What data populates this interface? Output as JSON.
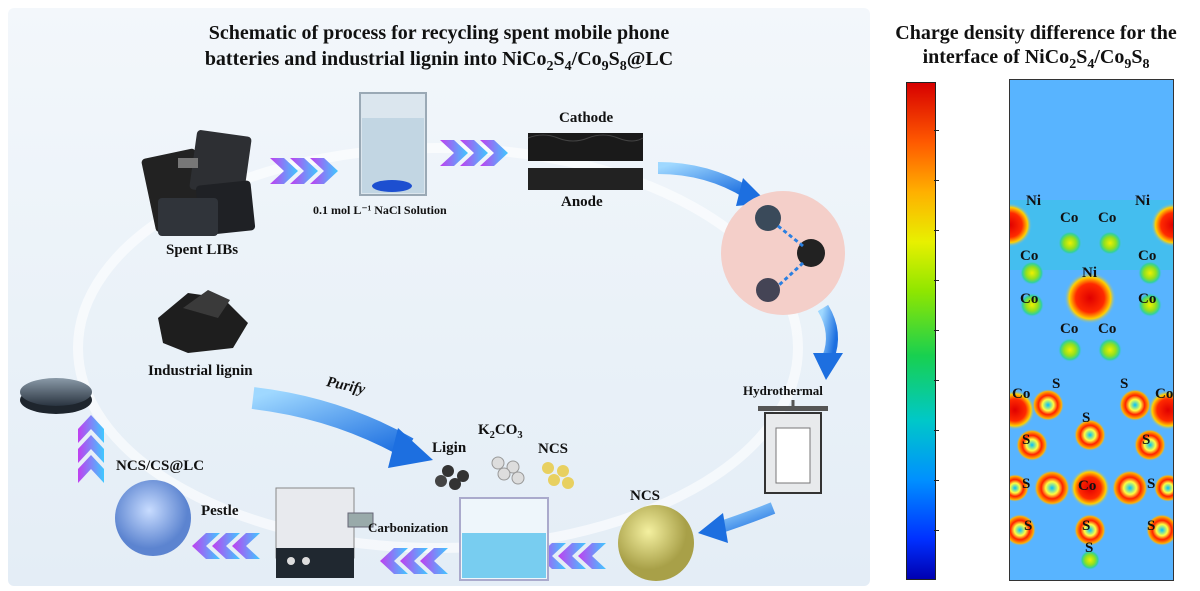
{
  "left": {
    "title_line1": "Schematic of process for recycling spent mobile phone",
    "title_line2_prefix": "batteries and industrial lignin into NiCo",
    "title_line2_sub1": "2",
    "title_line2_mid1": "S",
    "title_line2_sub2": "4",
    "title_line2_mid2": "/Co",
    "title_line2_sub3": "9",
    "title_line2_mid3": "S",
    "title_line2_sub4": "8",
    "title_line2_suffix": "@LC",
    "labels": {
      "spent_libs": "Spent LIBs",
      "nacl": "0.1 mol L⁻¹ NaCl Solution",
      "cathode": "Cathode",
      "anode": "Anode",
      "hydrothermal": "Hydrothermal",
      "industrial_lignin": "Industrial lignin",
      "purify": "Purify",
      "ligin": "Ligin",
      "k2co3_prefix": "K",
      "k2co3_sub": "2",
      "k2co3_mid": "CO",
      "k2co3_sub2": "3",
      "ncs_small": "NCS",
      "ncs": "NCS",
      "carbonization": "Carbonization",
      "pestle": "Pestle",
      "ncs_cs_lc": "NCS/CS@LC"
    }
  },
  "right": {
    "title_line1": "Charge density difference for the",
    "title_line2_prefix": "interface of NiCo",
    "title_line2_sub1": "2",
    "title_line2_mid1": "S",
    "title_line2_sub2": "4",
    "title_line2_mid2": "/Co",
    "title_line2_sub3": "9",
    "title_line2_mid3": "S",
    "title_line2_sub4": "8",
    "atoms": {
      "ni_tl": "Ni",
      "ni_tr": "Ni",
      "ni_c": "Ni",
      "co1": "Co",
      "co2": "Co",
      "co3": "Co",
      "co4": "Co",
      "co5": "Co",
      "co6": "Co",
      "co7": "Co",
      "co8": "Co",
      "co9": "Co",
      "co10": "Co",
      "co11": "Co",
      "s1": "S",
      "s2": "S",
      "s3": "S",
      "s4": "S",
      "s5": "S",
      "s6": "S",
      "s7": "S",
      "s8": "S",
      "s9": "S",
      "s10": "S",
      "s11": "S",
      "s12": "S"
    }
  },
  "colors": {
    "arrow_blue": "#2a7fe0",
    "chevron_purple": "#b13df0",
    "chevron_cyan": "#4fc4ff",
    "map_bg": "#58b4ff"
  }
}
